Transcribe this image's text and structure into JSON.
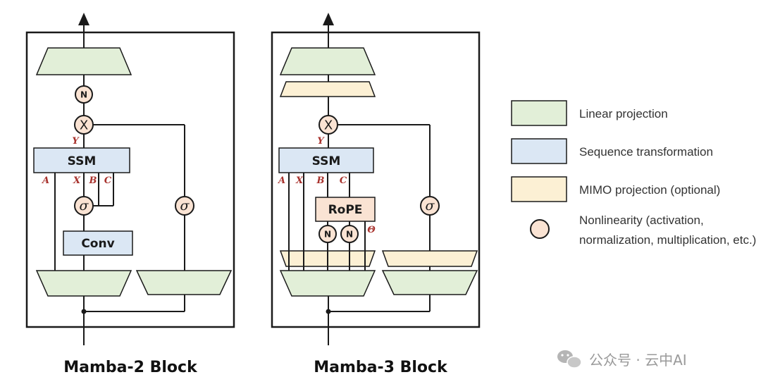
{
  "colors": {
    "linear": "#e2efd8",
    "sequence": "#dbe7f4",
    "mimo": "#fcf0d4",
    "nonlinearity": "#fae3d3",
    "stroke": "#1a1a1a",
    "variable": "#a8322d"
  },
  "mamba2": {
    "caption": "Mamba-2 Block",
    "ssm_label": "SSM",
    "conv_label": "Conv",
    "norm_label": "N",
    "mult_label": "X",
    "sigma_label": "σ",
    "var_y": "Y",
    "var_a": "A",
    "var_x": "X",
    "var_b": "B",
    "var_c": "C"
  },
  "mamba3": {
    "caption": "Mamba-3 Block",
    "ssm_label": "SSM",
    "rope_label": "RoPE",
    "norm_label": "N",
    "mult_label": "X",
    "sigma_label": "σ",
    "var_y": "Y",
    "var_a": "A",
    "var_x": "X",
    "var_b": "B",
    "var_c": "C",
    "var_theta": "Θ"
  },
  "legend": {
    "linear": "Linear projection",
    "sequence": "Sequence transformation",
    "mimo": "MIMO projection (optional)",
    "nonlinearity_line1": "Nonlinearity (activation,",
    "nonlinearity_line2": "normalization, multiplication, etc.)"
  },
  "watermark": {
    "icon": "wechat-icon",
    "text": "公众号 · 云中AI"
  }
}
